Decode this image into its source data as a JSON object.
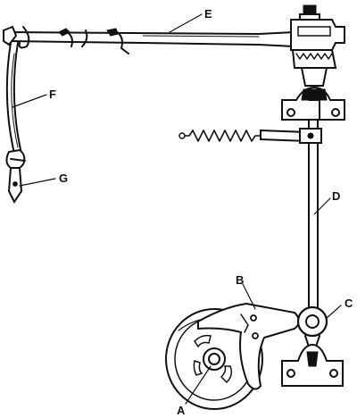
{
  "diagram": {
    "ink_color": "#111111",
    "background_color": "#ffffff",
    "labels": {
      "a": "A",
      "b": "B",
      "c": "C",
      "d": "D",
      "e": "E",
      "f": "F",
      "g": "G"
    },
    "components": [
      "cam-wheel",
      "cam-follower-arm",
      "pivot-joint",
      "vertical-rod",
      "horizontal-arm",
      "curved-hanger",
      "hook-clip",
      "tension-spring",
      "mounting-bracket"
    ]
  }
}
